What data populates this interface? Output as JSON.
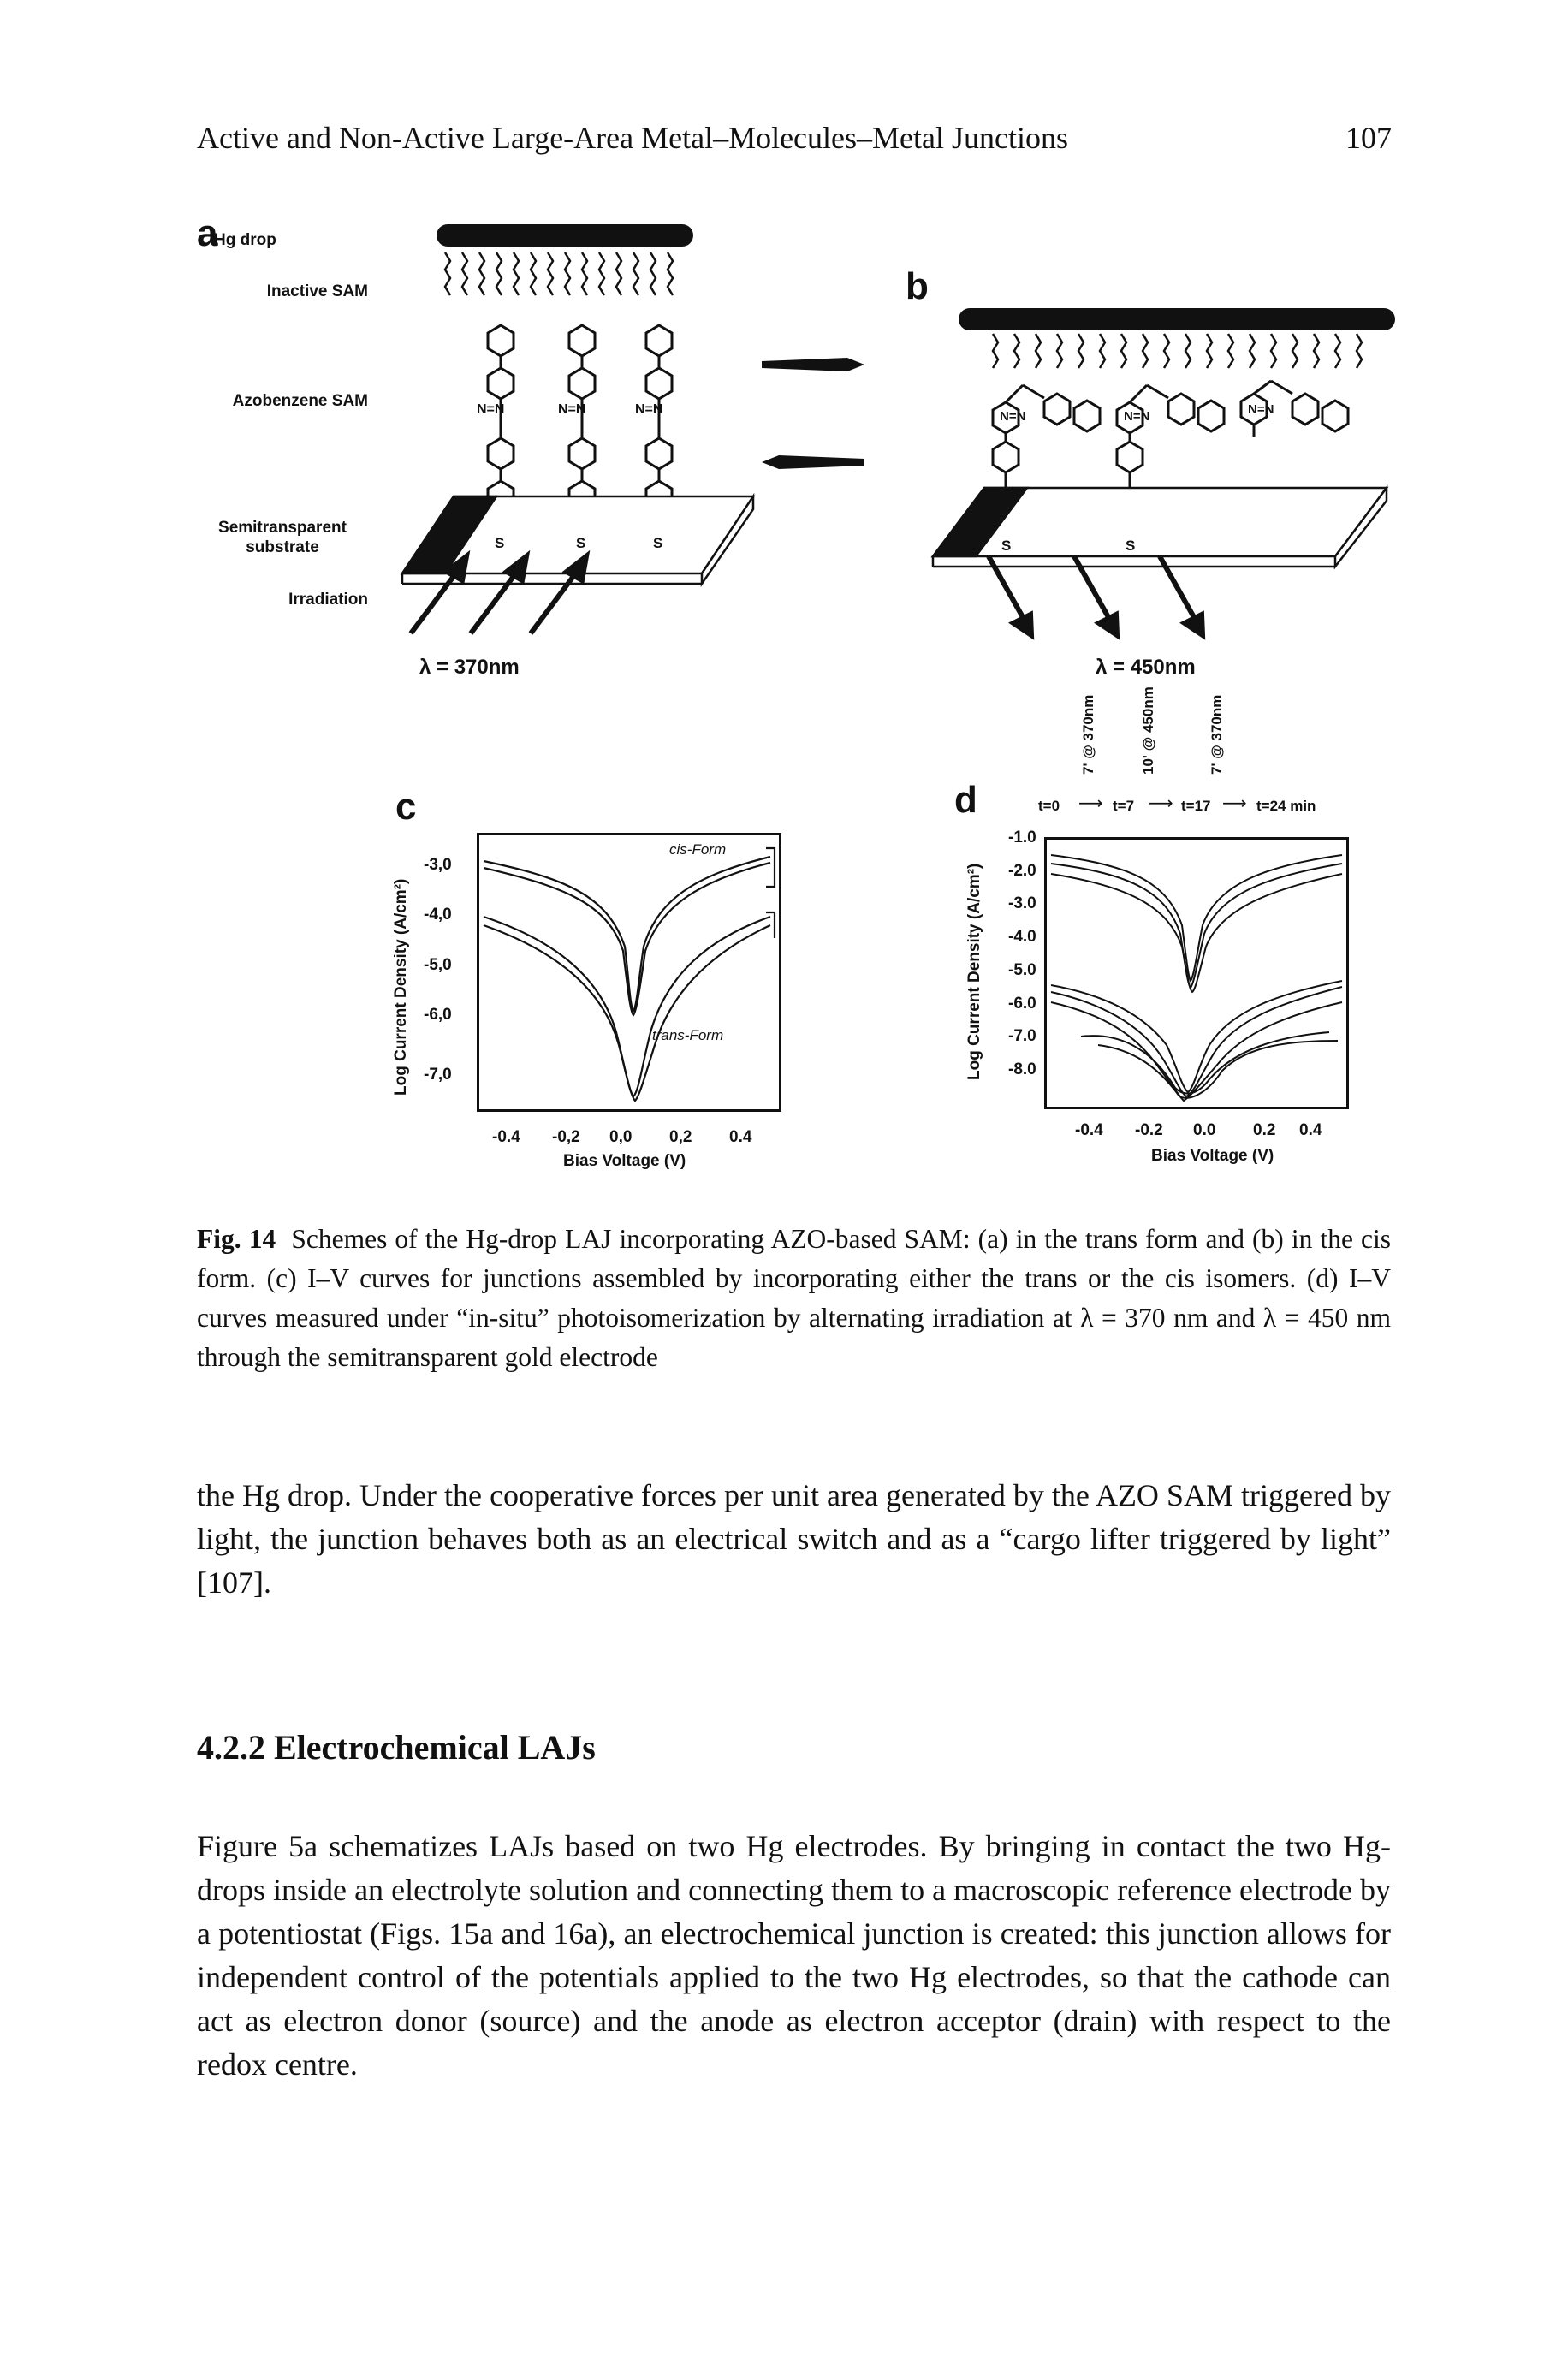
{
  "header": {
    "title": "Active and Non-Active Large-Area Metal–Molecules–Metal Junctions",
    "page_number": "107"
  },
  "figure": {
    "panel_a": {
      "letter": "a",
      "labels": [
        "Hg drop",
        "Inactive SAM",
        "Azobenzene SAM",
        "Semitransparent substrate",
        "Irradiation"
      ],
      "azo_labels": [
        "N=N",
        "N=N",
        "N=N"
      ],
      "s_labels": [
        "S",
        "S",
        "S"
      ],
      "wavelength": "λ = 370nm"
    },
    "panel_b": {
      "letter": "b",
      "azo_labels": [
        "N=N",
        "N=N",
        "N=N"
      ],
      "s_labels": [
        "S",
        "S"
      ],
      "wavelength": "λ = 450nm"
    },
    "panel_c": {
      "letter": "c",
      "ylabel": "Log Current Density (A/cm²)",
      "xlabel": "Bias Voltage (V)",
      "yticks": [
        "-3,0",
        "-4,0",
        "-5,0",
        "-6,0",
        "-7,0"
      ],
      "xticks": [
        "-0.4",
        "-0,2",
        "0,0",
        "0,2",
        "0.4"
      ],
      "annotations": [
        "cis-Form",
        "trans-Form"
      ]
    },
    "panel_d": {
      "letter": "d",
      "ylabel": "Log Current Density (A/cm²)",
      "xlabel": "Bias Voltage (V)",
      "yticks": [
        "-1.0",
        "-2.0",
        "-3.0",
        "-4.0",
        "-5.0",
        "-6.0",
        "-7.0",
        "-8.0"
      ],
      "xticks": [
        "-0.4",
        "-0.2",
        "0.0",
        "0.2",
        "0.4"
      ],
      "timeline": [
        "t=0",
        "t=7",
        "t=17",
        "t=24 min"
      ],
      "irradiation_steps": [
        "7' @ 370nm",
        "10' @ 450nm",
        "7' @ 370nm"
      ]
    }
  },
  "caption": {
    "label": "Fig. 14",
    "text": "Schemes of the Hg-drop LAJ incorporating AZO-based SAM: (a) in the trans form and (b) in the cis form. (c) I–V curves for junctions assembled by incorporating either the trans or the cis isomers. (d) I–V curves measured under “in-situ” photoisomerization by alternating irradiation at λ = 370 nm and λ = 450 nm through the semitransparent gold electrode"
  },
  "body": {
    "para1": "the Hg drop. Under the cooperative forces per unit area generated by the AZO SAM triggered by light, the junction behaves both as an electrical switch and as a “cargo lifter triggered by light” [107].",
    "section_heading": "4.2.2 Electrochemical LAJs",
    "para2": "Figure 5a schematizes LAJs based on two Hg electrodes. By bringing in contact the two Hg-drops inside an electrolyte solution and connecting them to a macroscopic reference electrode by a potentiostat (Figs. 15a and 16a), an electrochemical junction is created: this junction allows for independent control of the potentials applied to the two Hg electrodes, so that the cathode can act as electron donor (source) and the anode as electron acceptor (drain) with respect to the redox centre."
  }
}
